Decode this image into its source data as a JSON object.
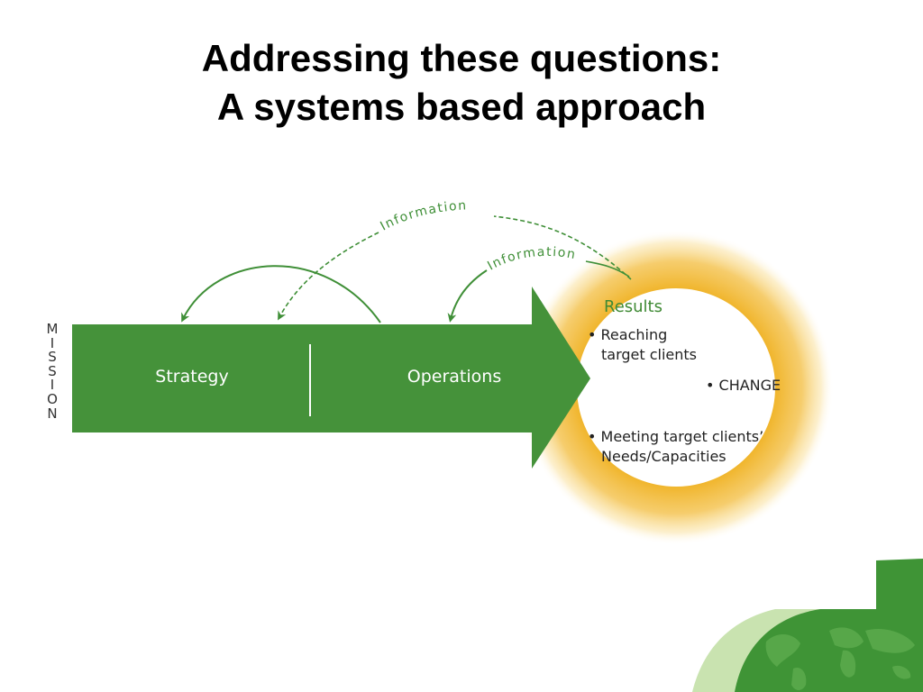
{
  "title": {
    "line1": "Addressing these questions:",
    "line2": "A systems based approach"
  },
  "mission": [
    "M",
    "I",
    "S",
    "S",
    "I",
    "O",
    "N"
  ],
  "arrow": {
    "left_label": "Strategy",
    "right_label": "Operations"
  },
  "feedback": {
    "outer_label": "Information",
    "inner_label": "Information"
  },
  "results": {
    "heading": "Results",
    "bullet1_line1": "• Reaching",
    "bullet1_line2": "target clients",
    "change": "• CHANGE",
    "bullet2_line1": "• Meeting target clients’",
    "bullet2_line2": "Needs/Capacities"
  },
  "colors": {
    "arrow_green": "#45923a",
    "curve_green": "#3f8f37",
    "glow_yellow": "#f0b429",
    "heading_green": "#3f8a34",
    "corner_green": "#3f9436",
    "corner_light": "#c9e3b0"
  },
  "icons": {
    "corner": "world-map-graphic"
  }
}
